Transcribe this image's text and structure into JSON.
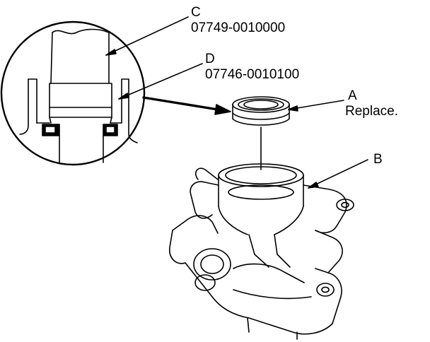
{
  "labels": {
    "c": {
      "letter": "C",
      "part_no": "07749-0010000"
    },
    "d": {
      "letter": "D",
      "part_no": "07746-0010100"
    },
    "a": {
      "letter": "A",
      "note": "Replace."
    },
    "b": {
      "letter": "B"
    }
  },
  "colors": {
    "ink": "#000000",
    "paper": "#ffffff"
  }
}
